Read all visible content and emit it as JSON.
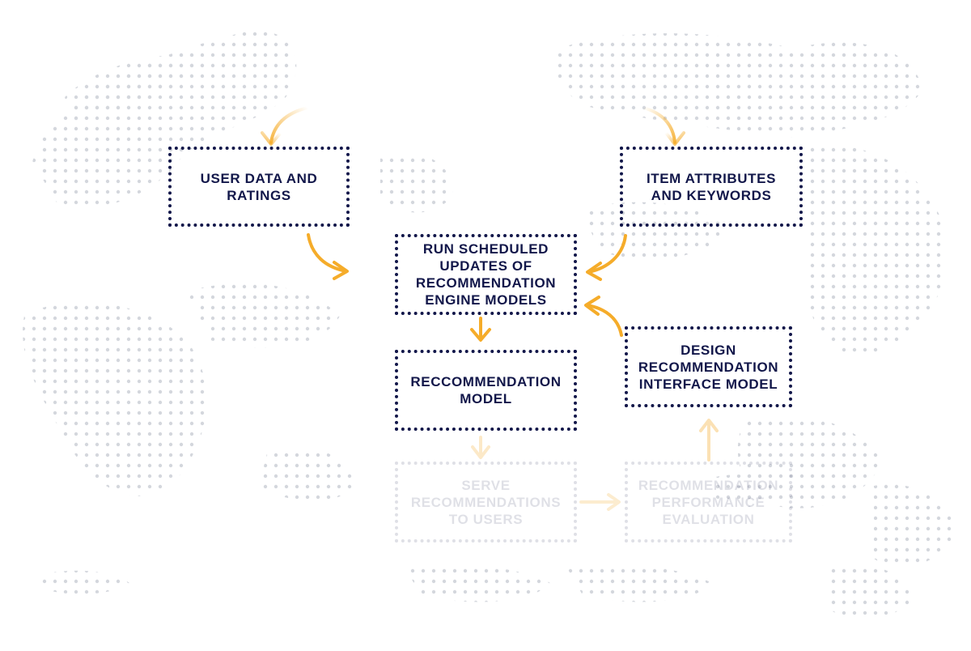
{
  "colors": {
    "box_border": "#12174a",
    "text": "#12174a",
    "arrow": "#f5ac2a",
    "dots": "#c9ccd3"
  },
  "nodes": {
    "user_data": "USER DATA AND RATINGS",
    "item_attributes": "ITEM ATTRIBUTES AND KEYWORDS",
    "run_updates": "RUN SCHEDULED UPDATES OF RECOMMENDATION ENGINE MODELS",
    "recommendation_model": "RECCOMMENDATION MODEL",
    "design_interface": "DESIGN RECOMMENDATION INTERFACE MODEL",
    "serve_recommendations": "SERVE RECOMMENDATIONS TO USERS",
    "performance_evaluation": "RECOMMENDATION PERFORMANCE EVALUATION"
  }
}
